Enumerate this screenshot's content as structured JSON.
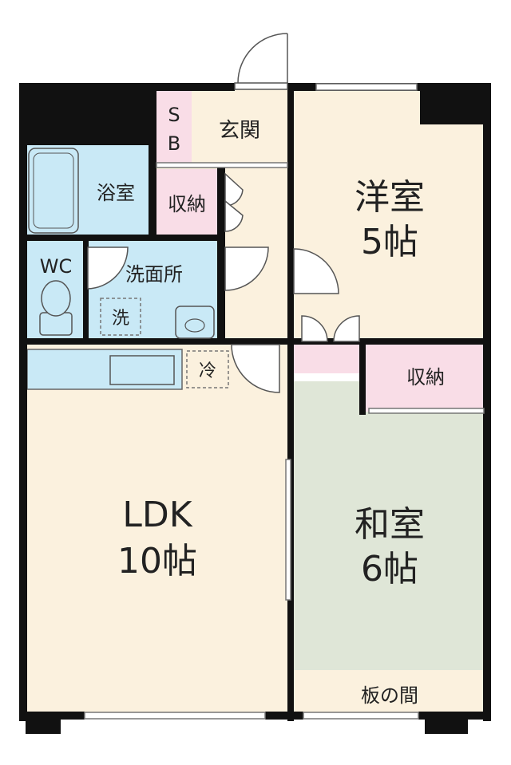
{
  "rooms": {
    "western": {
      "name": "洋室",
      "size": "5帖"
    },
    "japanese": {
      "name": "和室",
      "size": "6帖"
    },
    "ldk": {
      "name": "LDK",
      "size": "10帖"
    },
    "entrance": "玄関",
    "shoe_box": "SB",
    "bath": "浴室",
    "storage_hall": "収納",
    "storage_japanese": "収納",
    "toilet": "WC",
    "washroom": "洗面所",
    "wooden_floor": "板の間"
  },
  "fixtures": {
    "washer": "洗",
    "fridge": "冷"
  },
  "colors": {
    "wall": "#111111",
    "wet_area": "#c9e9f6",
    "living_floor": "#fbf1de",
    "tatami": "#dfe6d7",
    "storage": "#f9dde7",
    "background": "#ffffff"
  }
}
